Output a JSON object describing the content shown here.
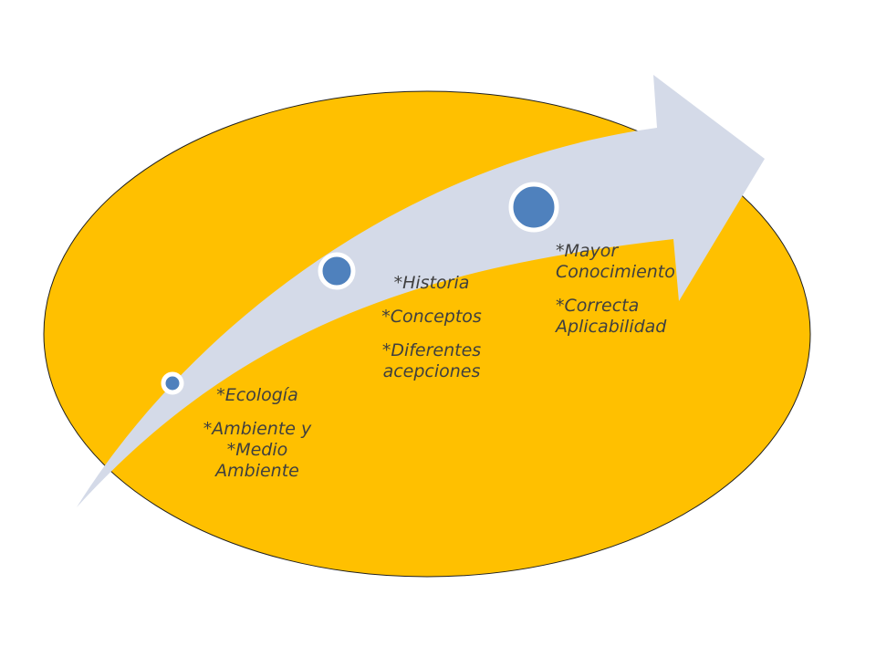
{
  "colors": {
    "background": "#ffffff",
    "ellipse_fill": "#ffc000",
    "ellipse_stroke": "#1f1f1f",
    "arrow_fill": "#d4dae8",
    "node_fill": "#4f81bd",
    "node_ring": "#ffffff",
    "text": "#3f3f3f"
  },
  "steps": [
    {
      "node": "small-node",
      "items": [
        {
          "lines": [
            "*Ecología"
          ]
        },
        {
          "lines": [
            "*Ambiente y",
            "*Medio",
            "Ambiente"
          ]
        }
      ]
    },
    {
      "node": "medium-node",
      "items": [
        {
          "lines": [
            "*Historia"
          ]
        },
        {
          "lines": [
            "*Conceptos"
          ]
        },
        {
          "lines": [
            "*Diferentes",
            "acepciones"
          ]
        }
      ]
    },
    {
      "node": "large-node",
      "items": [
        {
          "lines": [
            "*Mayor",
            "Conocimiento"
          ]
        },
        {
          "lines": [
            "*Correcta",
            "Aplicabilidad"
          ]
        }
      ]
    }
  ]
}
